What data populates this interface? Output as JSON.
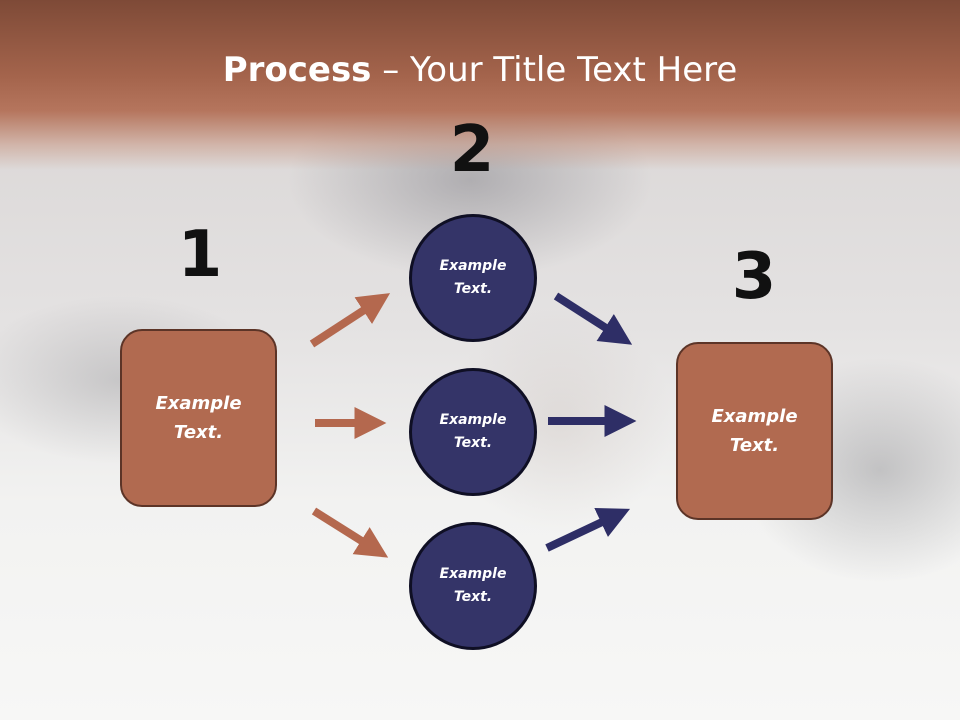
{
  "slide": {
    "title_bold": "Process",
    "title_rest": " – Your Title Text Here",
    "numbers": {
      "one": "1",
      "two": "2",
      "three": "3"
    },
    "left_box": {
      "line1": "Example",
      "line2": "Text."
    },
    "right_box": {
      "line1": "Example",
      "line2": "Text."
    },
    "circles": [
      {
        "line1": "Example",
        "line2": "Text."
      },
      {
        "line1": "Example",
        "line2": "Text."
      },
      {
        "line1": "Example",
        "line2": "Text."
      }
    ],
    "colors": {
      "title_band": "#a4644c",
      "box_fill": "#b16a50",
      "box_border": "#5c3427",
      "circle_fill": "#343468",
      "orange_arrow": "#b4684e",
      "navy_arrow": "#2e2e66"
    }
  }
}
